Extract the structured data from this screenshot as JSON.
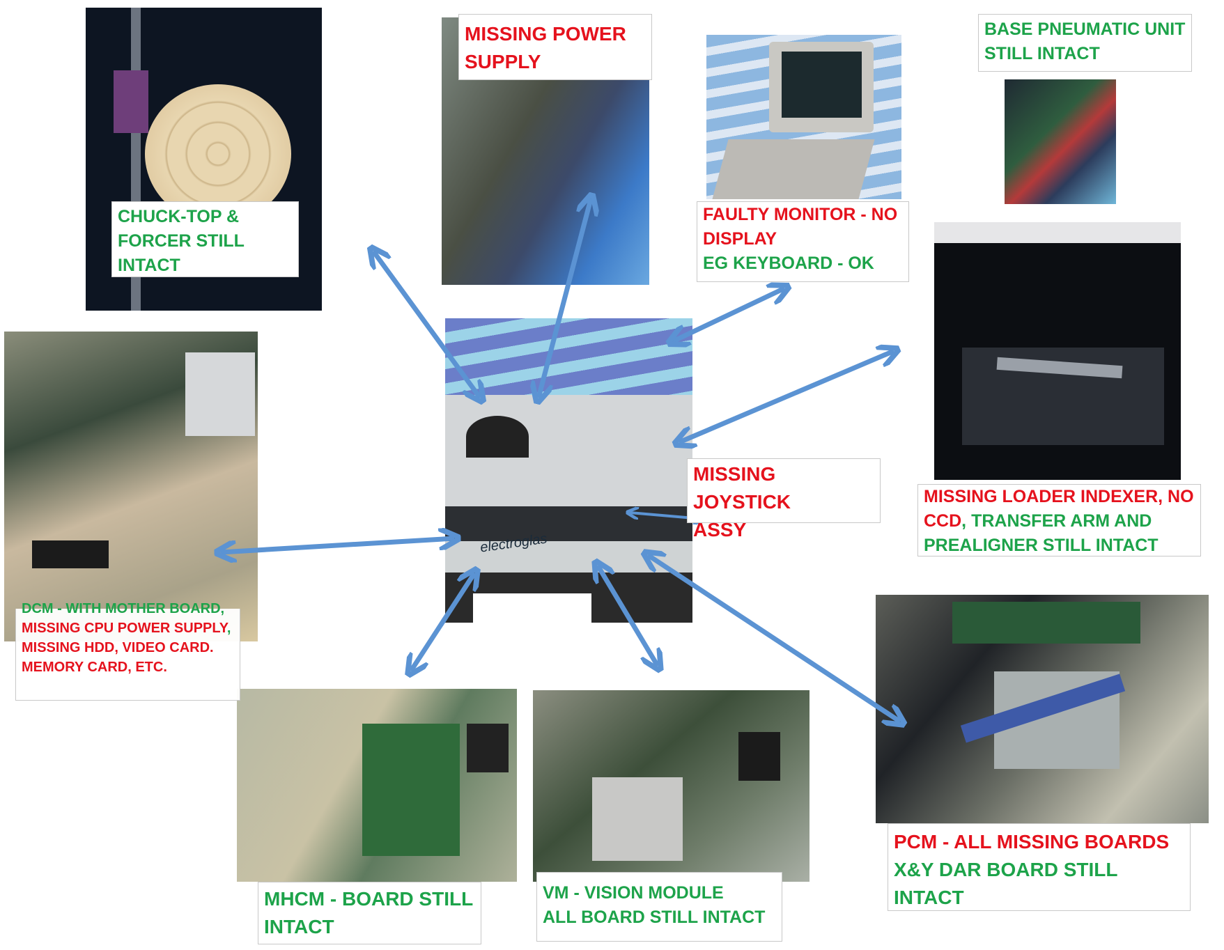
{
  "colors": {
    "missing": "#e5121d",
    "intact": "#1da34a",
    "arrow": "#5b93d3"
  },
  "labels": {
    "chuck": {
      "line1": "CHUCK-TOP &",
      "line2": "FORCER STILL INTACT"
    },
    "power": {
      "line1": "MISSING POWER",
      "line2": "SUPPLY"
    },
    "monitor": {
      "line1": "FAULTY MONITOR - NO",
      "line2": "DISPLAY",
      "line3": "EG KEYBOARD - OK"
    },
    "pneumatic": {
      "line1": "BASE PNEUMATIC UNIT",
      "line2": "STILL INTACT"
    },
    "loader": {
      "red1": "MISSING LOADER INDEXER, NO",
      "red2": "CCD",
      "green2": ", TRANSFER ARM AND",
      "green3": "PREALIGNER STILL INTACT"
    },
    "joystick": {
      "line1": "MISSING JOYSTICK",
      "line2": "ASSY"
    },
    "dcm": {
      "green1": "DCM - WITH MOTHER BOARD,",
      "red2": "MISSING CPU POWER SUPPLY",
      "green2": ",",
      "red3": "MISSING HDD, VIDEO CARD.",
      "red4": "MEMORY CARD, ETC."
    },
    "mhcm": {
      "line1": "MHCM - BOARD STILL",
      "line2": "INTACT"
    },
    "vm": {
      "line1": "VM - VISION MODULE",
      "line2": "ALL BOARD STILL INTACT"
    },
    "pcm": {
      "line1": "PCM - ALL MISSING BOARDS",
      "line2": "X&Y DAR BOARD STILL INTACT"
    }
  },
  "center_photo": {
    "brand": "electroglas"
  }
}
